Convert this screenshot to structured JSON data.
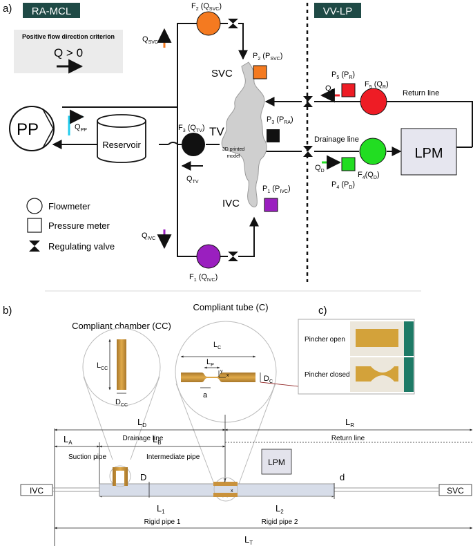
{
  "panel_a": {
    "panel_label": "a)",
    "section_left": "RA-MCL",
    "section_right": "VV-LP",
    "criterion": {
      "title": "Positive flow direction criterion",
      "rule": "Q > 0"
    },
    "pump": "PP",
    "q_pp": "QPP",
    "reservoir": "Reservoir",
    "f3": "F3 (QTV)",
    "q_tv": "QTV",
    "tv": "TV",
    "model_caption": [
      "3D printed",
      "model"
    ],
    "svc": "SVC",
    "ivc": "IVC",
    "p2": "P2 (PSVC)",
    "p3": "P3 (PRA)",
    "p1": "P1 (PIVC)",
    "f2": "F2 (QSVC)",
    "q_svc": "QSVC",
    "f1": "F1 (QIVC)",
    "q_ivc": "QIVC",
    "p5": "P5 (PR)",
    "q_r": "QR",
    "f5": "F5 (QR)",
    "return_line": "Return line",
    "drainage_line": "Drainage line",
    "q_d": "QD",
    "p4": "P4 (PD)",
    "f4": "F4(QD)",
    "lpm": "LPM",
    "legend": {
      "flowmeter": "Flowmeter",
      "pressure": "Pressure meter",
      "valve": "Regulating valve"
    },
    "colors": {
      "orange": "#f47a20",
      "red": "#ee1c25",
      "green": "#22dd22",
      "purple": "#9a1fbf",
      "cyan": "#22ccee",
      "dark_badge": "#1f4a46",
      "black": "#111111"
    }
  },
  "panel_b": {
    "panel_label": "b)",
    "cc_title": "Compliant chamber (CC)",
    "c_title": "Compliant tube (C)",
    "l_cc": "LCC",
    "d_cc": "DCC",
    "l_c": "LC",
    "l_p": "LP",
    "d_c": "DC",
    "a": "a",
    "y": "y",
    "x": "x",
    "l_d": "LD",
    "l_a": "LA",
    "l_b": "LB",
    "l_r": "LR",
    "drainage_line": "Drainage line",
    "return_line": "Return line",
    "suction_pipe": "Suction pipe",
    "intermediate_pipe": "Intermediate pipe",
    "lpm": "LPM",
    "ivc": "IVC",
    "svc": "SVC",
    "D": "D",
    "d": "d",
    "l1": "L1",
    "l2": "L2",
    "rigid1": "Rigid pipe 1",
    "rigid2": "Rigid pipe 2",
    "l_t": "LT"
  },
  "panel_c": {
    "panel_label": "c)",
    "open": "Pincher open",
    "closed": "Pincher closed"
  }
}
